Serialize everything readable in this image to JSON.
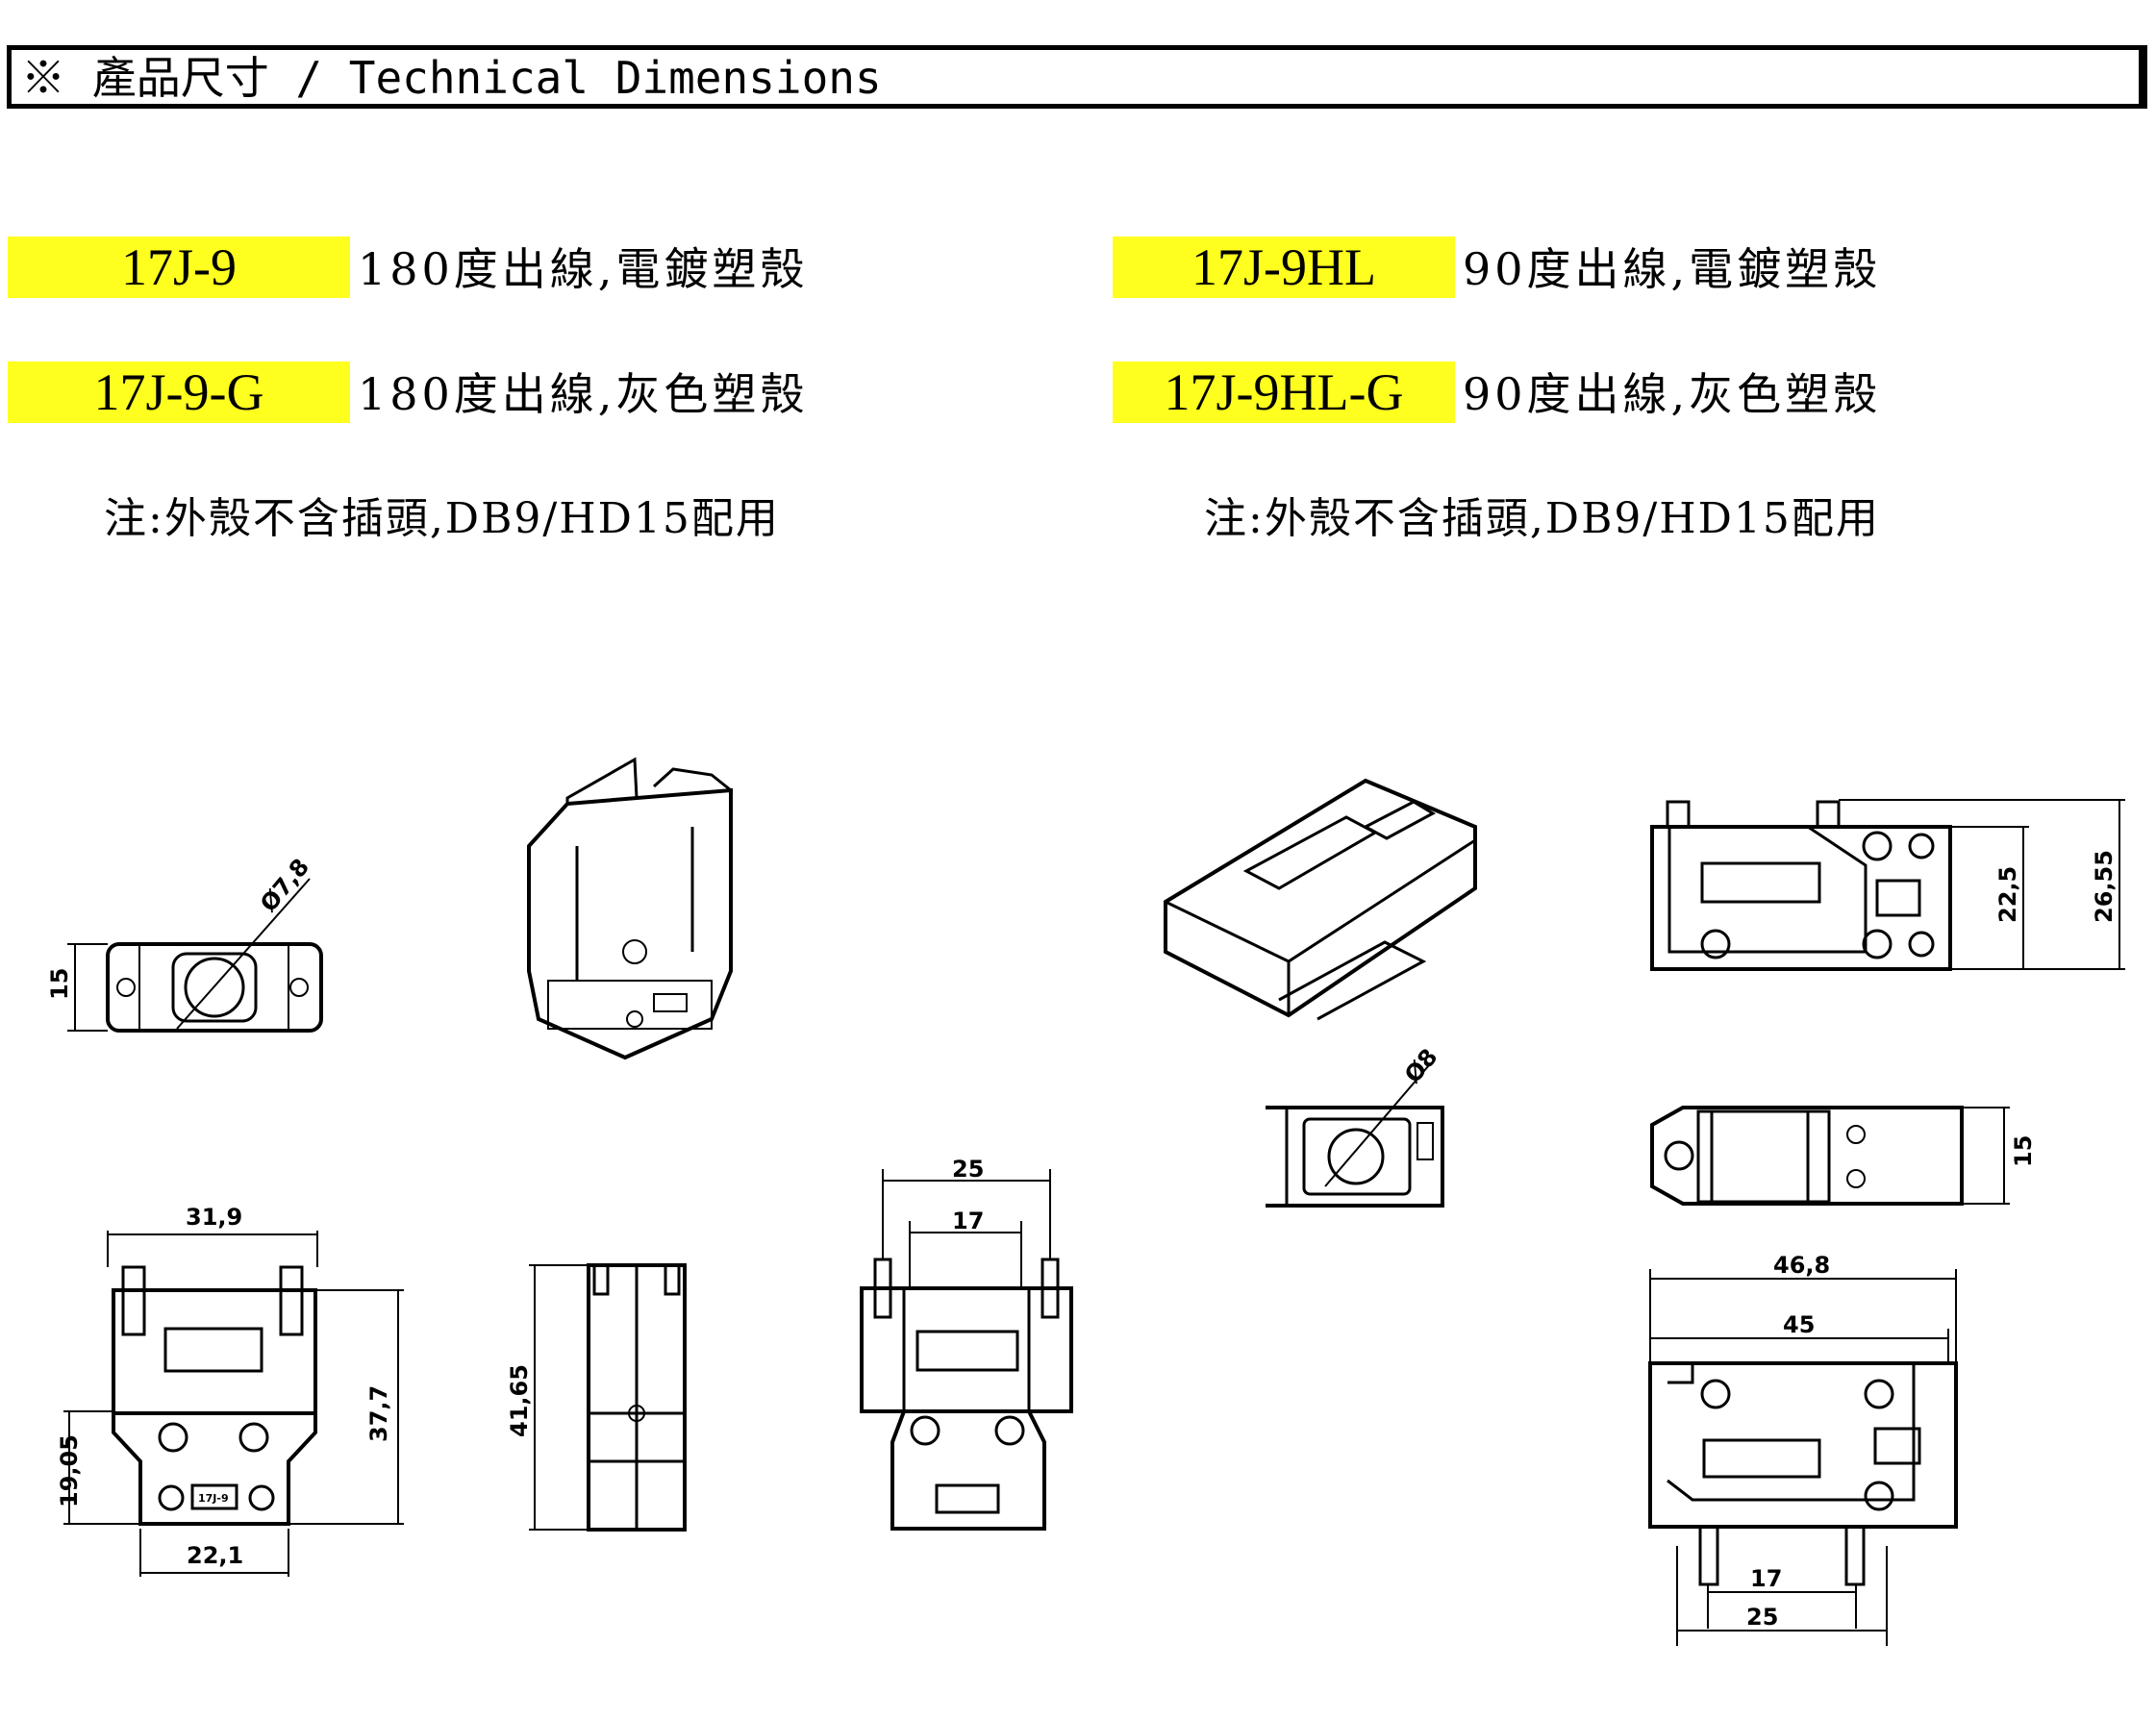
{
  "header": {
    "title": "※ 產品尺寸 / Technical Dimensions"
  },
  "products": [
    {
      "code": "17J-9",
      "desc": "180度出線,電鍍塑殼"
    },
    {
      "code": "17J-9-G",
      "desc": "180度出線,灰色塑殼"
    },
    {
      "code": "17J-9HL",
      "desc": "90度出線,電鍍塑殼"
    },
    {
      "code": "17J-9HL-G",
      "desc": "90度出線,灰色塑殼"
    }
  ],
  "notes": {
    "left": "注:外殼不含插頭,DB9/HD15配用",
    "right": "注:外殼不含插頭,DB9/HD15配用"
  },
  "dims": {
    "left": {
      "d1": "15",
      "d2": "Ø7,8",
      "d3": "31,9",
      "d4": "37,7",
      "d5": "19,05",
      "d6": "22,1",
      "d7": "41,65",
      "d8": "25",
      "d9": "17",
      "tag": "17J-9"
    },
    "right": {
      "d1": "22,5",
      "d2": "26,55",
      "d3": "Ø8",
      "d4": "15",
      "d5": "46,8",
      "d6": "45",
      "d7": "17",
      "d8": "25"
    }
  },
  "colors": {
    "highlight": "#ffff1f"
  }
}
